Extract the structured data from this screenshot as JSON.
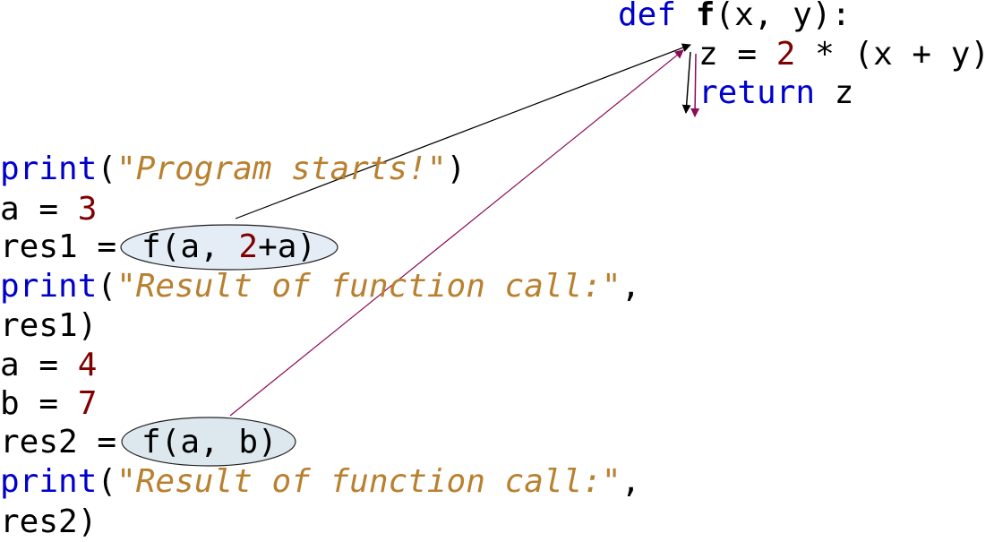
{
  "colors": {
    "keyword": "#0000cc",
    "number": "#800000",
    "string": "#b8802f",
    "plain": "#000000",
    "arrow_call1": "#000000",
    "arrow_call2": "#8b0a5a",
    "call1_fill": "#e4ecf6",
    "call2_fill": "#dde8ee"
  },
  "func": {
    "def_kw": "def",
    "name": "f",
    "params": "(x, y):",
    "z_assign": "z = ",
    "z_num": "2",
    "z_rest": " * (x + y)",
    "return_kw": "return",
    "return_var": " z"
  },
  "program": {
    "l1_print": "print",
    "l1_open": "(",
    "l1_str": "\"Program starts!\"",
    "l1_close": ")",
    "l2_a": "a = ",
    "l2_num": "3",
    "l3_res": "res1 =",
    "call1_pre": "f(a, ",
    "call1_num": "2",
    "call1_post": "+a)",
    "l4_print": "print",
    "l4_open": "(",
    "l4_str": "\"Result of function call:\"",
    "l4_comma": ",",
    "l5_res": "res1)",
    "l6_a": "a = ",
    "l6_num": "4",
    "l7_b": "b = ",
    "l7_num": "7",
    "l8_res": "res2 =",
    "call2": "f(a, b)",
    "l9_print": "print",
    "l9_open": "(",
    "l9_str": "\"Result of function call:\"",
    "l9_comma": ",",
    "l10_res": "res2)"
  }
}
